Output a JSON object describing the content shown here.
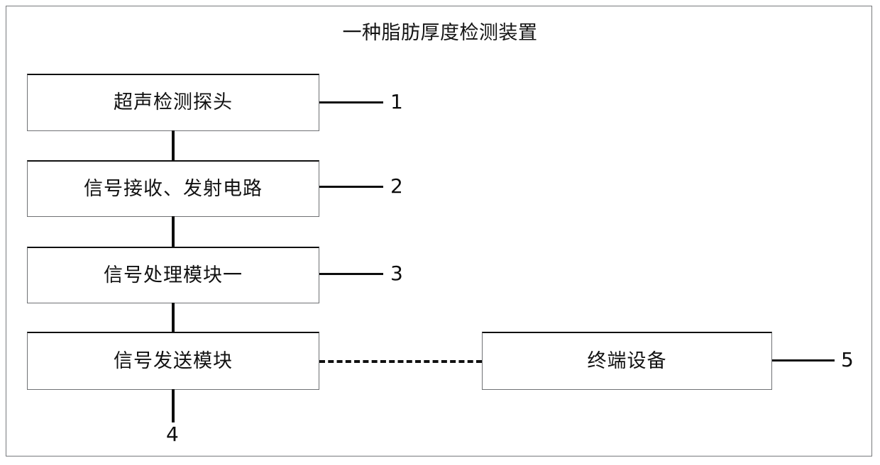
{
  "diagram": {
    "title": "一种脂肪厚度检测装置",
    "type": "block-diagram",
    "nodes": [
      {
        "id": "probe",
        "label": "超声检测探头",
        "ref": "1"
      },
      {
        "id": "tx_rx",
        "label": "信号接收、发射电路",
        "ref": "2"
      },
      {
        "id": "proc_mod_1",
        "label": "信号处理模块一",
        "ref": "3"
      },
      {
        "id": "send_mod",
        "label": "信号发送模块",
        "ref": "4"
      },
      {
        "id": "terminal",
        "label": "终端设备",
        "ref": "5"
      }
    ],
    "connections": [
      {
        "from": "probe",
        "to": "tx_rx",
        "style": "solid"
      },
      {
        "from": "tx_rx",
        "to": "proc_mod_1",
        "style": "solid"
      },
      {
        "from": "proc_mod_1",
        "to": "send_mod",
        "style": "solid"
      },
      {
        "from": "send_mod",
        "to": "terminal",
        "style": "dashed"
      }
    ],
    "colors": {
      "line": "#0d0d0d",
      "box_border": "#6f7174",
      "text": "#111111",
      "page_frame": "#77797c",
      "background": "#ffffff"
    }
  }
}
